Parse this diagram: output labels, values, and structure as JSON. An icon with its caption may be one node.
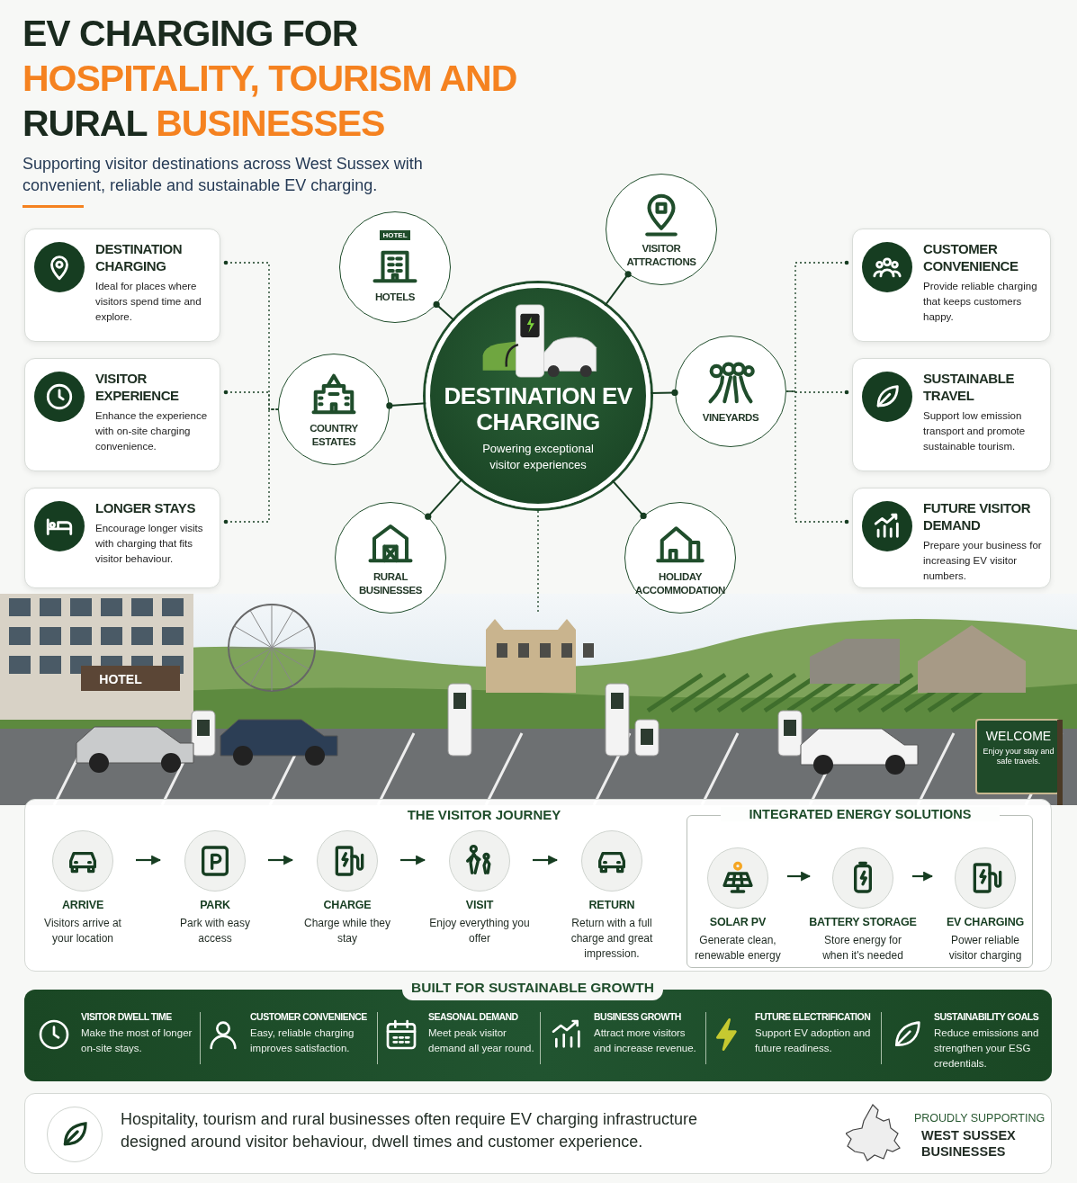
{
  "diagram": {
    "title": "EV CHARGING FOR HOSPITALITY, TOURISM AND RURAL BUSINESSES",
    "nodes": [
      {
        "text": [
          "DESTINATION EV CHARGING",
          "Powering exceptional visitor experiences"
        ]
      },
      {
        "text": [
          "HOTEL",
          "HOTELS"
        ]
      },
      {
        "text": [
          "VISITOR ATTRACTIONS"
        ]
      },
      {
        "text": [
          "COUNTRY ESTATES"
        ]
      },
      {
        "text": [
          "VINEYARDS"
        ]
      },
      {
        "text": [
          "RURAL BUSINESSES"
        ]
      },
      {
        "text": [
          "HOLIDAY ACCOMMODATION"
        ]
      },
      {
        "text": [
          "DESTINATION CHARGING",
          "Ideal for places where visitors spend time and explore."
        ]
      },
      {
        "text": [
          "VISITOR EXPERIENCE",
          "Enhance the experience with on-site charging convenience."
        ]
      },
      {
        "text": [
          "LONGER STAYS",
          "Encourage longer visits with charging that fits visitor behaviour."
        ]
      },
      {
        "text": [
          "CUSTOMER CONVENIENCE",
          "Provide reliable charging that keeps customers happy."
        ]
      },
      {
        "text": [
          "SUSTAINABLE TRAVEL",
          "Support low emission transport and promote sustainable tourism."
        ]
      },
      {
        "text": [
          "FUTURE VISITOR DEMAND",
          "Prepare your business for increasing EV visitor numbers."
        ]
      },
      {
        "text": [],
        "shape": "picture"
      },
      {
        "text": [
          "THE VISITOR JOURNEY"
        ]
      },
      {
        "text": [
          "ARRIVE",
          "Visitors arrive at your location"
        ],
        "in": 14
      },
      {
        "text": [
          "PARK",
          "Park with easy access"
        ],
        "in": 14
      },
      {
        "text": [
          "CHARGE",
          "Charge while they stay"
        ],
        "in": 14
      },
      {
        "text": [
          "VISIT",
          "Enjoy everything you offer"
        ],
        "in": 14
      },
      {
        "text": [
          "RETURN",
          "Return with a full charge and great impression."
        ],
        "in": 14
      },
      {
        "text": [
          "INTEGRATED ENERGY SOLUTIONS"
        ],
        "in": 14
      },
      {
        "text": [
          "SOLAR PV",
          "Generate clean, renewable energy"
        ],
        "in": 20
      },
      {
        "text": [
          "BATTERY STORAGE",
          "Store energy for when it's needed"
        ],
        "in": 20
      },
      {
        "text": [
          "EV CHARGING",
          "Power reliable visitor charging"
        ],
        "in": 20
      },
      {
        "text": [
          "BUILT FOR SUSTAINABLE GROWTH"
        ]
      },
      {
        "text": [
          "VISITOR DWELL TIME",
          "Make the most of longer on-site stays."
        ],
        "in": 24
      },
      {
        "text": [
          "CUSTOMER CONVENIENCE",
          "Easy, reliable charging improves satisfaction."
        ],
        "in": 24
      },
      {
        "text": [
          "SEASONAL DEMAND",
          "Meet peak visitor demand all year round."
        ],
        "in": 24
      },
      {
        "text": [
          "BUSINESS GROWTH",
          "Attract more visitors and increase revenue."
        ],
        "in": 24
      },
      {
        "text": [
          "FUTURE ELECTRIFICATION",
          "Support EV adoption and future readiness."
        ],
        "in": 24
      },
      {
        "text": [
          "SUSTAINABILITY GOALS",
          "Reduce emissions and strengthen your ESG credentials."
        ],
        "in": 24
      },
      {
        "text": [
          "Hospitality, tourism and rural businesses often require EV charging infrastructure designed around visitor behaviour, dwell times and customer experience.",
          "PROUDLY SUPPORTING",
          "WEST SUSSEX BUSINESSES"
        ]
      }
    ],
    "edges": [
      {
        "from": 1,
        "to": 0,
        "arrow": "other"
      },
      {
        "from": 2,
        "to": 0,
        "arrow": "other"
      },
      {
        "from": 3,
        "to": 0,
        "arrow": "other"
      },
      {
        "from": 4,
        "to": 0,
        "arrow": "other"
      },
      {
        "from": 5,
        "to": 0,
        "arrow": "other"
      },
      {
        "from": 6,
        "to": 0,
        "arrow": "other"
      },
      {
        "from": 7,
        "to": 3,
        "arrow": "other",
        "style": "dashed"
      },
      {
        "from": 8,
        "to": 3,
        "arrow": "other",
        "style": "dashed"
      },
      {
        "from": 9,
        "to": 3,
        "arrow": "other",
        "style": "dashed"
      },
      {
        "from": 10,
        "to": 4,
        "arrow": "other",
        "style": "dashed"
      },
      {
        "from": 11,
        "to": 4,
        "arrow": "other",
        "style": "dashed"
      },
      {
        "from": 12,
        "to": 4,
        "arrow": "other",
        "style": "dashed"
      },
      {
        "from": 0,
        "to": 13,
        "arrow": "none",
        "style": "dashed"
      },
      {
        "from": 15,
        "to": 16,
        "arrow": "to"
      },
      {
        "from": 16,
        "to": 17,
        "arrow": "to"
      },
      {
        "from": 17,
        "to": 18,
        "arrow": "to"
      },
      {
        "from": 18,
        "to": 19,
        "arrow": "to"
      },
      {
        "from": 21,
        "to": 22,
        "arrow": "to"
      },
      {
        "from": 22,
        "to": 23,
        "arrow": "to"
      }
    ],
    "labels": [
      "Supporting visitor destinations across West Sussex with convenient, reliable and sustainable EV charging.",
      "HOTEL",
      "WELCOME",
      "Enjoy your stay and safe travels."
    ]
  }
}
